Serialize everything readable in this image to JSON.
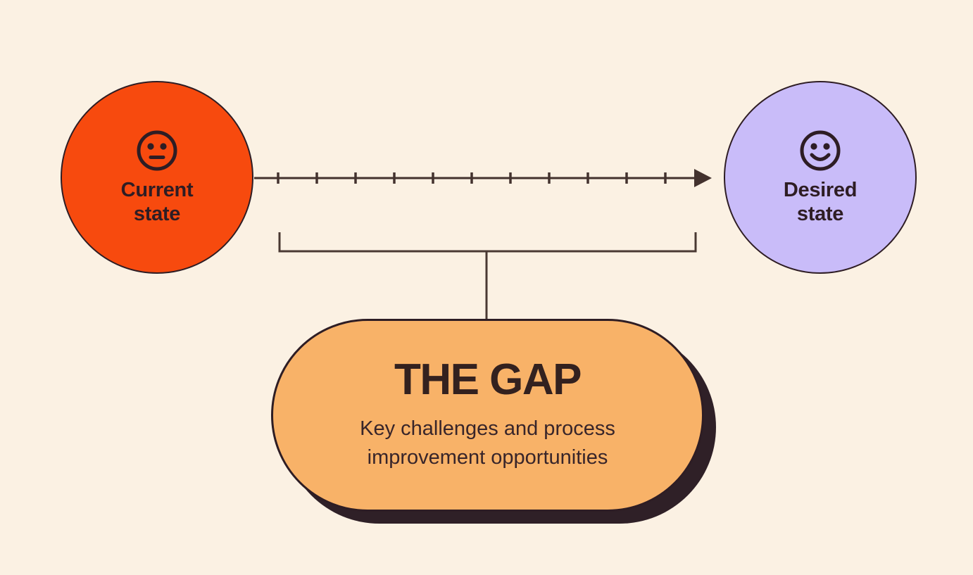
{
  "diagram": {
    "background_color": "#FBF1E3",
    "ink_color": "#2E1D24",
    "nodes": {
      "current": {
        "label": "Current\nstate",
        "fill_color": "#F74A0E",
        "icon": "neutral-face-icon"
      },
      "desired": {
        "label": "Desired\nstate",
        "fill_color": "#C9BCF9",
        "icon": "smiley-face-icon"
      }
    },
    "connector": {
      "type": "ruler-arrow",
      "tick_count": 11,
      "direction": "left-to-right",
      "line_color": "#43322E"
    },
    "gap": {
      "title": "THE GAP",
      "subtitle": "Key challenges and process improvement opportunities",
      "fill_color": "#F8B268",
      "shadow_color": "#2F2027"
    }
  }
}
